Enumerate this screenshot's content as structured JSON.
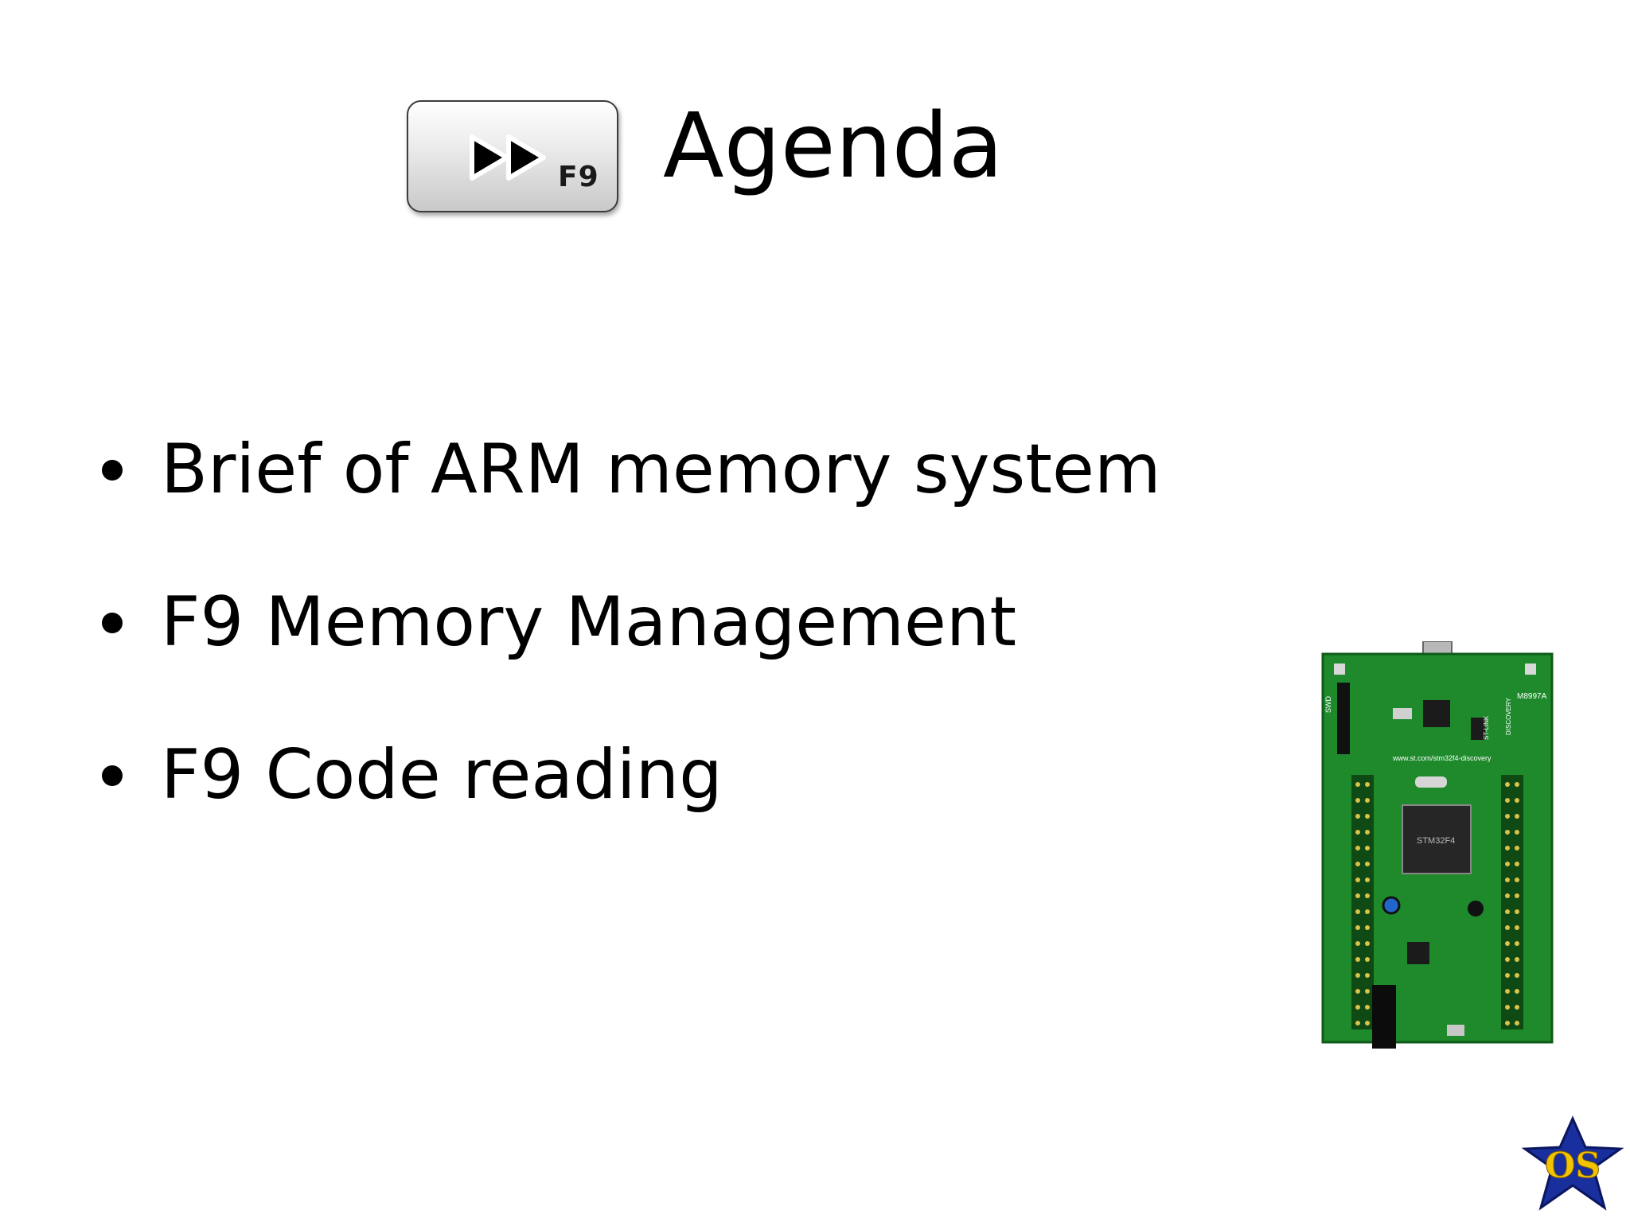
{
  "slide": {
    "title": "Agenda",
    "logo_key_label": "F9",
    "bullets": [
      "Brief of ARM  memory system",
      "F9 Memory Management",
      "F9 Code reading"
    ],
    "board_text": {
      "model": "M8997A",
      "url": "www.st.com/stm32f4-discovery",
      "chip": "STM32F4",
      "header": "SWD",
      "side": "DISCOVERY",
      "link": "ST-LINK"
    },
    "os_logo_text": "OS"
  },
  "colors": {
    "board_green": "#1e8a2c",
    "board_dark": "#0f5a1a",
    "os_star": "#1a2f9e",
    "os_letters": "#f2c400"
  }
}
